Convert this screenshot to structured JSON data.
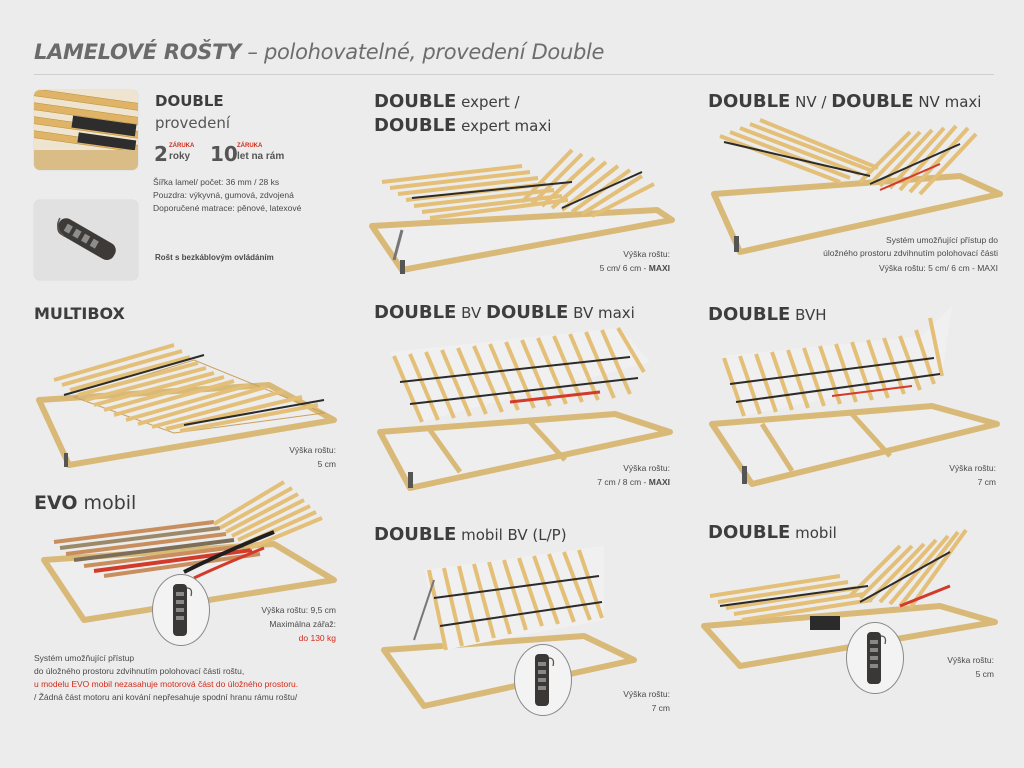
{
  "title": {
    "bold": "LAMELOVÉ ROŠTY",
    "rest": " – polohovatelné, provedení Double"
  },
  "double": {
    "name": "DOUBLE",
    "sub": "provedení",
    "warranty_badge": "ZÁRUKA",
    "warranty1_num": "2",
    "warranty1_label": "roky",
    "warranty2_num": "10",
    "warranty2_label": "let na rám",
    "spec1": "Šířka lamel/ počet: 36 mm / 28 ks",
    "spec2": "Pouzdra: výkyvná, gumová, zdvojená",
    "spec3": "Doporučené matrace: pěnové, latexové",
    "remote_note": "Rošt s bezkáblovým ovládáním"
  },
  "multibox": {
    "name": "MULTIBOX",
    "height_label": "Výška roštu:",
    "height_value": "5 cm"
  },
  "evo": {
    "name_bold": "EVO",
    "name_rest": " mobil",
    "height": "Výška roštu: 9,5 cm",
    "load_label": "Maximálna zářaž:",
    "load_value": "do 130 kg",
    "note1": "Systém umožňující přístup",
    "note2": "do úložného prostoru zdvihnutím polohovací části roštu,",
    "note3": "u modelu EVO mobil nezasahuje motorová část do úložného prostoru.",
    "note4": "/ Žádná část motoru ani kování nepřesahuje spodní hranu rámu roštu/"
  },
  "expert": {
    "line1_bold": "DOUBLE",
    "line1_rest": " expert /",
    "line2_bold": "DOUBLE",
    "line2_rest": " expert maxi",
    "height_label": "Výška roštu:",
    "height_value_a": "5 cm/ 6 cm - ",
    "height_value_b": "MAXI"
  },
  "bv": {
    "p1_bold": "DOUBLE",
    "p1_rest": " BV ",
    "p2_bold": "DOUBLE",
    "p2_rest": " BV maxi",
    "height_label": "Výška roštu:",
    "height_value_a": "7 cm / 8 cm - ",
    "height_value_b": "MAXI"
  },
  "mobil_bv": {
    "bold": "DOUBLE",
    "rest": " mobil BV (L/P)",
    "height_label": "Výška roštu:",
    "height_value": "7 cm"
  },
  "nv": {
    "p1_bold": "DOUBLE",
    "p1_rest": " NV / ",
    "p2_bold": "DOUBLE",
    "p2_rest": " NV maxi",
    "note1": "Systém umožňující přístup do",
    "note2": "úložného prostoru zdvihnutím polohovací části",
    "height": "Výška roštu: 5 cm/ 6 cm - MAXI"
  },
  "bvh": {
    "bold": "DOUBLE",
    "rest": " BVH",
    "height_label": "Výška roštu:",
    "height_value": "7 cm"
  },
  "mobil": {
    "bold": "DOUBLE",
    "rest": " mobil",
    "height_label": "Výška roštu:",
    "height_value": "5 cm"
  },
  "colors": {
    "background": "#ececec",
    "wood": "#e6c68a",
    "wood_dark": "#c9a15e",
    "accent_red": "#d52a1a",
    "text": "#3d3d3d"
  }
}
